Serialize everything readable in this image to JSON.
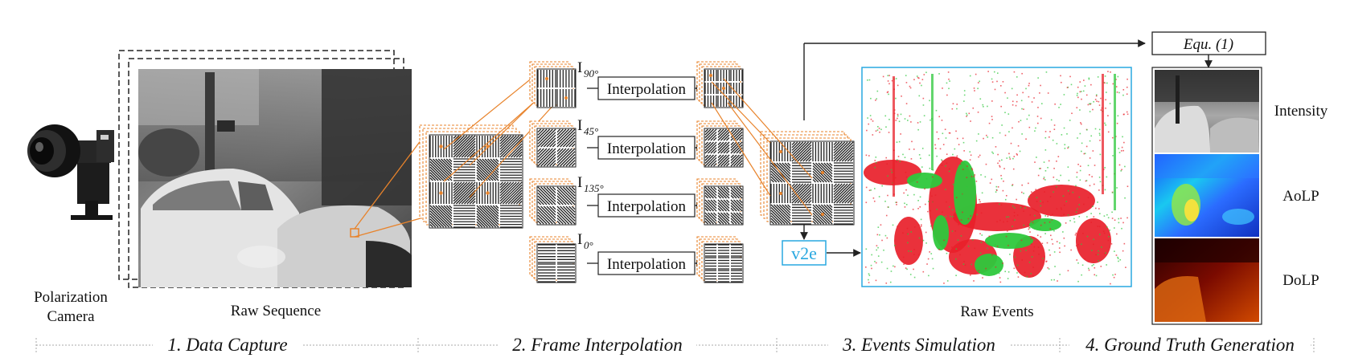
{
  "capture": {
    "camera_label_line1": "Polarization",
    "camera_label_line2": "Camera",
    "raw_sequence_label": "Raw Sequence"
  },
  "interpolation": {
    "angles": [
      {
        "base": "I",
        "sub": "90°"
      },
      {
        "base": "I",
        "sub": "45°"
      },
      {
        "base": "I",
        "sub": "135°"
      },
      {
        "base": "I",
        "sub": "0°"
      }
    ],
    "box_label": "Interpolation"
  },
  "simulation": {
    "simulator_label": "v2e",
    "raw_events_label": "Raw Events"
  },
  "ground_truth": {
    "equation_label": "Equ. (1)",
    "outputs": [
      "Intensity",
      "AoLP",
      "DoLP"
    ]
  },
  "stages": [
    "1. Data Capture",
    "2. Frame Interpolation",
    "3. Events Simulation",
    "4. Ground Truth Generation"
  ],
  "colors": {
    "accent_orange": "#e8832b",
    "v2e_blue": "#29a8e0",
    "event_red": "#e8202a",
    "event_green": "#2ec83c"
  }
}
